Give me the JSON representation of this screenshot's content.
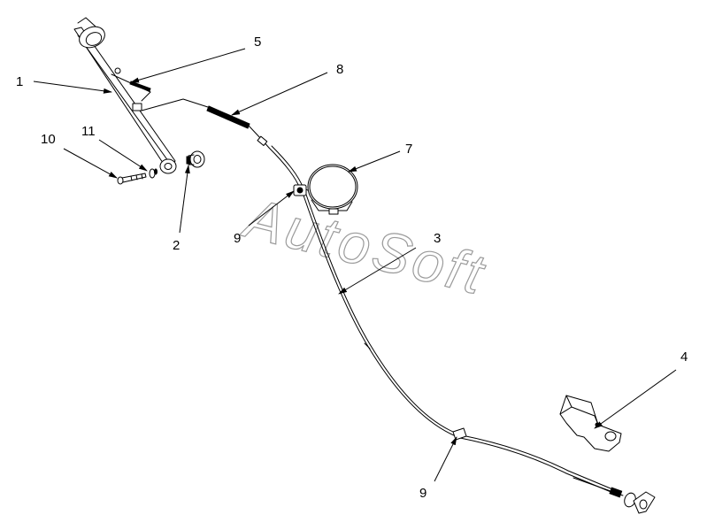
{
  "watermark": "AutoSoft",
  "callouts": {
    "c1": "1",
    "c2": "2",
    "c3": "3",
    "c4": "4",
    "c5": "5",
    "c7": "7",
    "c8": "8",
    "c9a": "9",
    "c9b": "9",
    "c10": "10",
    "c11": "11"
  }
}
